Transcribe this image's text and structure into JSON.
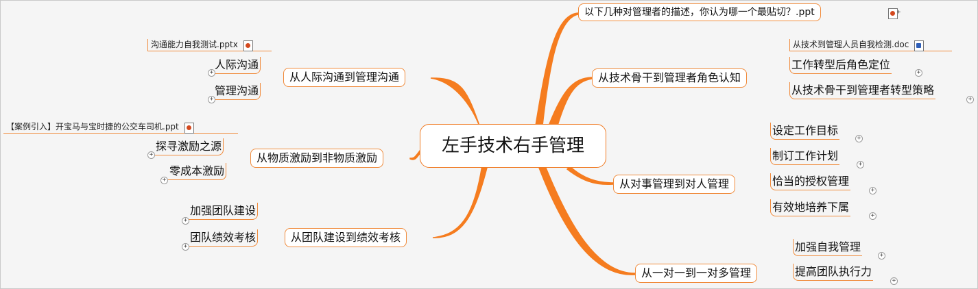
{
  "central_topic": "左手技术右手管理",
  "expand_symbol": "+",
  "colors": {
    "branch_line": "#f57c1f",
    "node_border": "#f08a3a",
    "background": "#f5f5f5"
  },
  "branches": {
    "b1": {
      "label": "从人际沟通到管理沟通",
      "attachment": "沟通能力自我测试.pptx",
      "attachment_type": "ppt-file-icon",
      "children": [
        "人际沟通",
        "管理沟通"
      ]
    },
    "b2": {
      "label": "从物质激励到非物质激励",
      "attachment": "【案例引入】开宝马与宝时捷的公交车司机.ppt",
      "attachment_type": "ppt-file-icon",
      "children": [
        "探寻激励之源",
        "零成本激励"
      ]
    },
    "b3": {
      "label": "从团队建设到绩效考核",
      "children": [
        "加强团队建设",
        "团队绩效考核"
      ]
    },
    "b4": {
      "label": "以下几种对管理者的描述，你认为哪一个最贴切？.ppt",
      "attachment_type": "ppt-file-icon"
    },
    "b5": {
      "label": "从技术骨干到管理者角色认知",
      "attachment": "从技术到管理人员自我检测.doc",
      "attachment_type": "doc-file-icon",
      "children": [
        "工作转型后角色定位",
        "从技术骨干到管理者转型策略"
      ]
    },
    "b6": {
      "label": "从对事管理到对人管理",
      "children": [
        "设定工作目标",
        "制订工作计划",
        "恰当的授权管理",
        "有效地培养下属"
      ]
    },
    "b7": {
      "label": "从一对一到一对多管理",
      "children": [
        "加强自我管理",
        "提高团队执行力"
      ]
    }
  }
}
